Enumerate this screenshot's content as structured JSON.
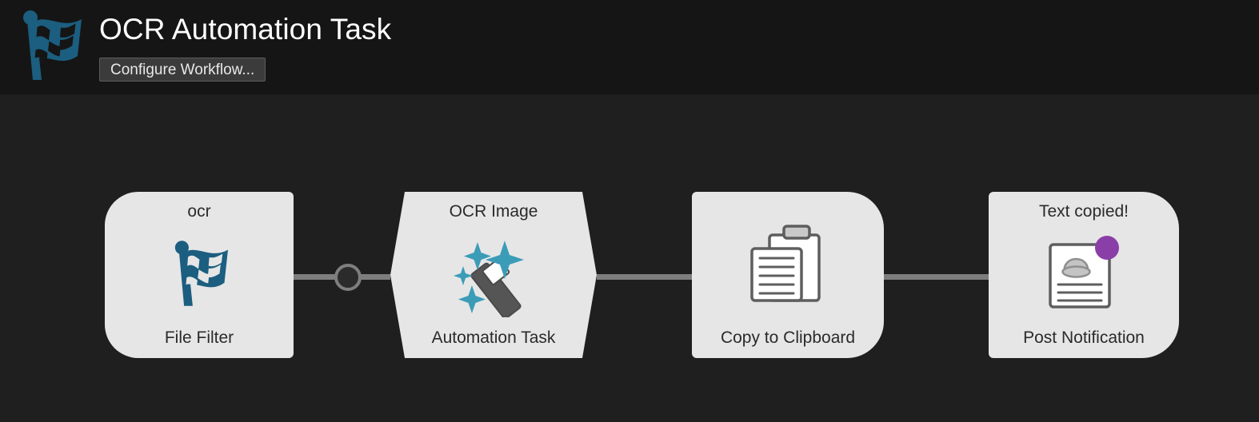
{
  "header": {
    "title": "OCR Automation Task",
    "configure_button_label": "Configure Workflow...",
    "flag_icon": "checkered-flag-icon",
    "background_color": "#151515",
    "title_color": "#ffffff",
    "flag_color": "#1b5e80"
  },
  "canvas": {
    "background_color": "#1f1f1f",
    "connector_color": "#7e7e7e"
  },
  "workflow": {
    "node_fill_color": "#e6e6e6",
    "node_text_color": "#2a2a2a",
    "nodes": [
      {
        "title": "ocr",
        "caption": "File Filter",
        "icon": "checkered-flag-icon",
        "shape": "rounded-left",
        "accent_color": "#1b5e80"
      },
      {
        "title": "OCR Image",
        "caption": "Automation Task",
        "icon": "magic-wand-sparkles-icon",
        "shape": "hexagon",
        "accent_color": "#3b9cb8"
      },
      {
        "title": "",
        "caption": "Copy to Clipboard",
        "icon": "clipboard-icon",
        "shape": "rounded-right",
        "accent_color": "#5e5e5e"
      },
      {
        "title": "Text copied!",
        "caption": "Post Notification",
        "icon": "notification-document-icon",
        "shape": "rounded-right",
        "accent_color": "#8a3fa8"
      }
    ],
    "connectors": [
      {
        "from": "File Filter",
        "to": "Automation Task",
        "has_dot": true
      },
      {
        "from": "Automation Task",
        "to": "Copy to Clipboard",
        "has_dot": false
      },
      {
        "from": "Copy to Clipboard",
        "to": "Post Notification",
        "has_dot": false
      }
    ]
  }
}
